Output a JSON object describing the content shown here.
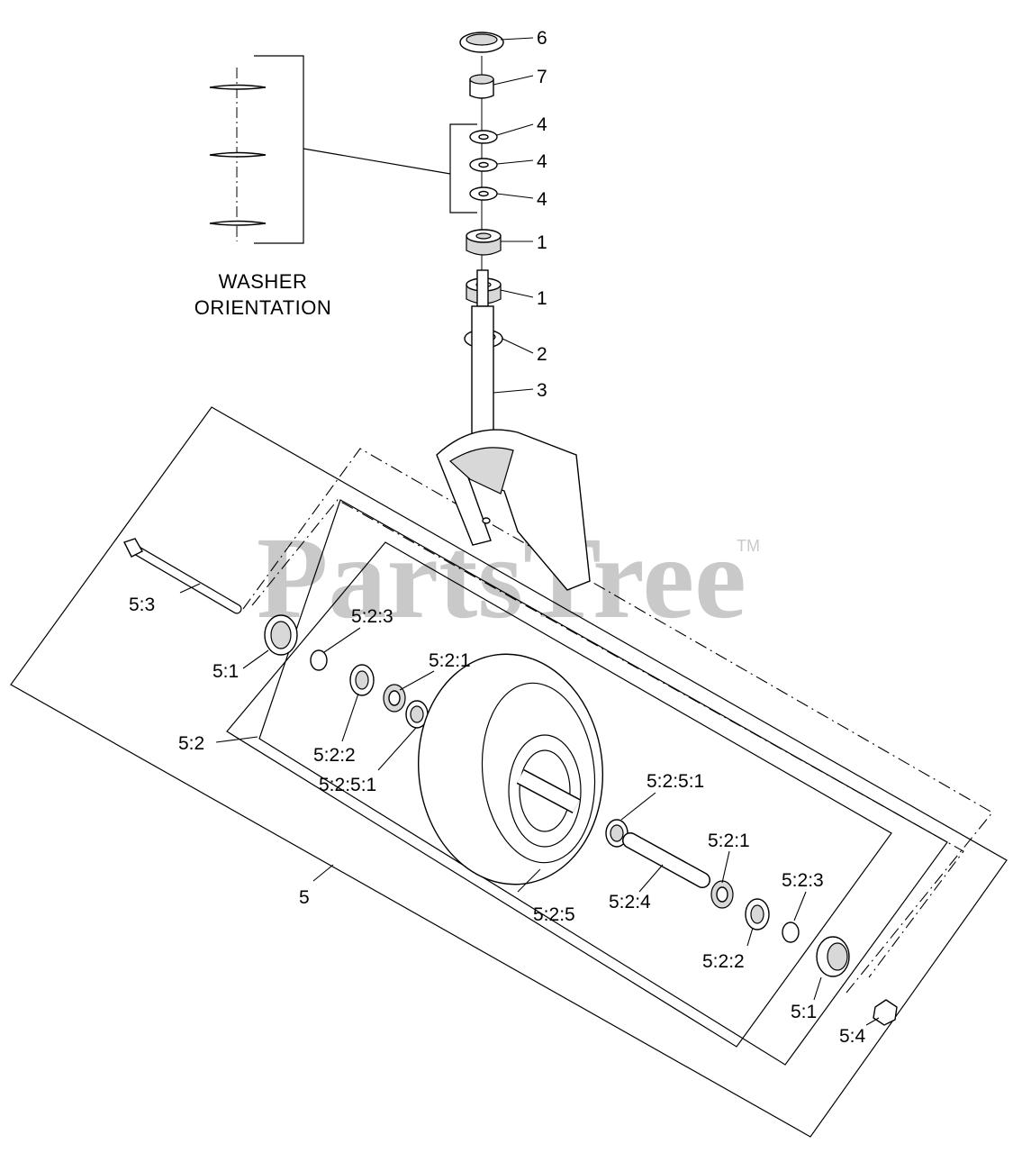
{
  "caption": {
    "line1": "WASHER",
    "line2": "ORIENTATION"
  },
  "watermark": {
    "text": "PartsTree",
    "mark": "TM"
  },
  "callouts": [
    {
      "id": "c-6",
      "label": "6"
    },
    {
      "id": "c-7",
      "label": "7"
    },
    {
      "id": "c-4a",
      "label": "4"
    },
    {
      "id": "c-4b",
      "label": "4"
    },
    {
      "id": "c-4c",
      "label": "4"
    },
    {
      "id": "c-1a",
      "label": "1"
    },
    {
      "id": "c-1b",
      "label": "1"
    },
    {
      "id": "c-2",
      "label": "2"
    },
    {
      "id": "c-3",
      "label": "3"
    },
    {
      "id": "c-5-3",
      "label": "5:3"
    },
    {
      "id": "c-5-1a",
      "label": "5:1"
    },
    {
      "id": "c-5-2-3a",
      "label": "5:2:3"
    },
    {
      "id": "c-5-2-1a",
      "label": "5:2:1"
    },
    {
      "id": "c-5-2",
      "label": "5:2"
    },
    {
      "id": "c-5-2-2a",
      "label": "5:2:2"
    },
    {
      "id": "c-5-2-5-1a",
      "label": "5:2:5:1"
    },
    {
      "id": "c-5-2-5-1b",
      "label": "5:2:5:1"
    },
    {
      "id": "c-5-2-1b",
      "label": "5:2:1"
    },
    {
      "id": "c-5-2-3b",
      "label": "5:2:3"
    },
    {
      "id": "c-5-2-4",
      "label": "5:2:4"
    },
    {
      "id": "c-5",
      "label": "5"
    },
    {
      "id": "c-5-2-5",
      "label": "5:2:5"
    },
    {
      "id": "c-5-2-2b",
      "label": "5:2:2"
    },
    {
      "id": "c-5-1b",
      "label": "5:1"
    },
    {
      "id": "c-5-4",
      "label": "5:4"
    }
  ]
}
